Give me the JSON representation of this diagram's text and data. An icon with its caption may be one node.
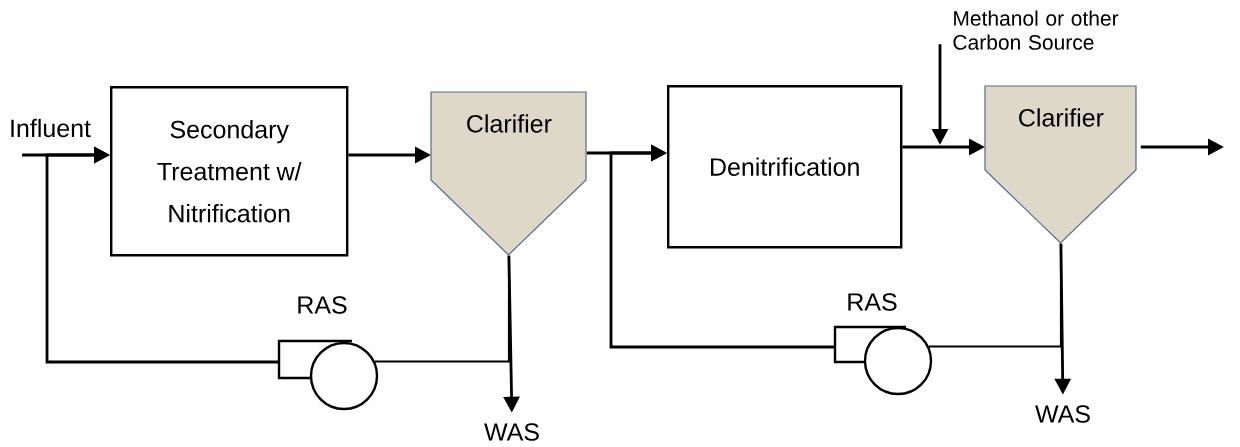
{
  "diagram": {
    "nodes": [
      {
        "text": [
          "Secondary Treatment w/ Nitrification"
        ]
      },
      {
        "text": [
          "Clarifier"
        ]
      },
      {
        "text": [
          "Denitrification"
        ]
      },
      {
        "text": [
          "Clarifier"
        ]
      },
      {
        "text": [],
        "shape": "circle",
        "beside": [
          "RAS"
        ]
      },
      {
        "text": [],
        "shape": "circle",
        "beside": [
          "RAS"
        ]
      },
      {
        "text": [
          "WAS"
        ]
      },
      {
        "text": [
          "WAS"
        ]
      },
      {
        "text": [
          "Methanol or other Carbon Source"
        ]
      }
    ],
    "edges": [
      {
        "from": null,
        "to": 0,
        "arrow": "to",
        "label": "Influent"
      },
      {
        "from": 0,
        "to": 1,
        "arrow": "to"
      },
      {
        "from": 1,
        "to": 2,
        "arrow": "to"
      },
      {
        "from": 2,
        "to": 3,
        "arrow": "to"
      },
      {
        "from": 3,
        "to": null,
        "arrow": "to"
      },
      {
        "from": 1,
        "to": 6,
        "arrow": "to"
      },
      {
        "from": 3,
        "to": 7,
        "arrow": "to"
      },
      {
        "from": 1,
        "to": 4,
        "arrow": "none"
      },
      {
        "from": 4,
        "to": 0,
        "arrow": "to"
      },
      {
        "from": 3,
        "to": 5,
        "arrow": "none"
      },
      {
        "from": 5,
        "to": 2,
        "arrow": "to"
      },
      {
        "from": 8,
        "to": null,
        "arrow": "to"
      }
    ]
  }
}
